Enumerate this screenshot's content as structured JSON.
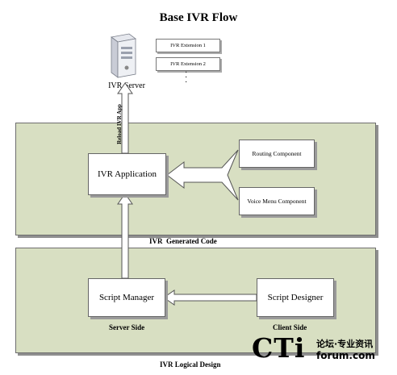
{
  "title": "Base IVR Flow",
  "server": {
    "label": "IVR Server",
    "icon": "server-icon"
  },
  "extensions": [
    "IVR Extension 1",
    "IVR Extension 2"
  ],
  "reload_label": "Reload IVR App",
  "panels": {
    "top": {
      "caption": "IVR  Generated Code"
    },
    "bottom": {
      "caption": "IVR Logical Design"
    }
  },
  "nodes": {
    "ivr_application": "IVR Application",
    "routing_component": "Routing Component",
    "voice_menu_component": "Voice Menu Component",
    "script_manager": "Script Manager",
    "script_designer": "Script Designer"
  },
  "side_labels": {
    "server": "Server Side",
    "client": "Client Side"
  },
  "watermark": {
    "brand": "CTi",
    "slogan": "论坛·专业资讯",
    "domain": "forum.com"
  },
  "colors": {
    "panel": "#d8dfc2",
    "border": "#6e6e6e",
    "arrow": "#ffffff"
  }
}
